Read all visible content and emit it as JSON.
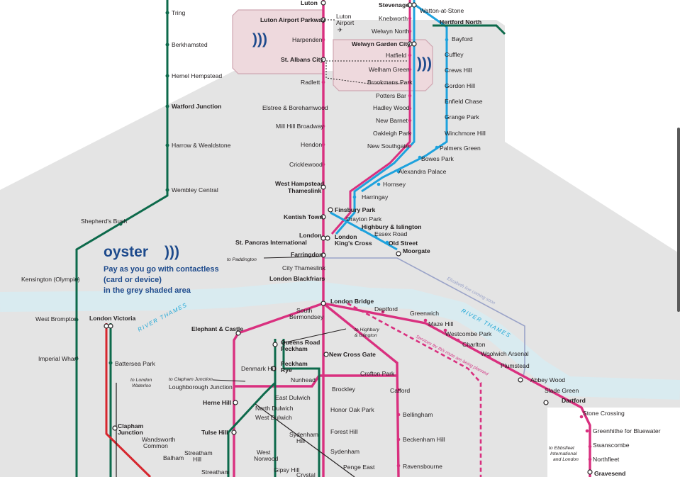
{
  "colors": {
    "oyster_zone": "#e4e4e4",
    "hatched_zone": "#eed9dd",
    "thameslink": "#d9307f",
    "lea_valley": "#1ea2dd",
    "green_line": "#0d6a4b",
    "gatwick": "#d6262e",
    "river": "#d9ebf0",
    "oyster_blue": "#1d4a8c",
    "elizabeth": "#9aa3c8"
  },
  "oyster": {
    "brand": "oyster",
    "lines": [
      "Pay as you go with contactless",
      "(card or device)",
      "in the grey shaded area"
    ]
  },
  "river": {
    "left": "RIVER   THAMES",
    "right": "RIVER   THAMES"
  },
  "notes": {
    "elizabeth": "Elizabeth line coming soon",
    "planned": "Services for this route are being planned",
    "to_highbury": [
      "to Highbury",
      "& Islington"
    ],
    "to_paddington": "to Paddington",
    "to_clapham": "to Clapham Junction",
    "to_waterloo": [
      "to London",
      "Waterloo"
    ],
    "to_ebbsfleet": [
      "to Ebbsfleet",
      "International",
      "and London"
    ]
  },
  "stations": {
    "luton": "Luton",
    "stevenage": "Stevenage",
    "watton": "Watton-at-Stone",
    "tring": "Tring",
    "luton_airport_parkway": "Luton Airport Parkway",
    "luton_airport": [
      "Luton",
      "Airport"
    ],
    "knebworth": "Knebworth",
    "welwyn_north": "Welwyn North",
    "hertford_north": "Hertford North",
    "harpenden": "Harpenden",
    "welwyn_gc": "Welwyn Garden City",
    "bayford": "Bayford",
    "berkhamsted": "Berkhamsted",
    "st_albans": "St. Albans City",
    "hatfield": "Hatfield",
    "cuffley": "Cuffley",
    "welham_green": "Welham Green",
    "crews_hill": "Crews Hill",
    "hemel": "Hemel Hempstead",
    "radlett": "Radlett",
    "brookmans_park": "Brookmans Park",
    "gordon_hill": "Gordon Hill",
    "potters_bar": "Potters Bar",
    "watford_junction": "Watford Junction",
    "elstree": "Elstree & Borehamwood",
    "hadley_wood": "Hadley Wood",
    "enfield_chase": "Enfield Chase",
    "new_barnet": "New Barnet",
    "grange_park": "Grange Park",
    "mill_hill": "Mill Hill Broadway",
    "oakleigh_park": "Oakleigh Park",
    "winchmore_hill": "Winchmore Hill",
    "harrow": "Harrow & Wealdstone",
    "hendon": "Hendon",
    "new_southgate": "New Southgate",
    "palmers_green": "Palmers Green",
    "bowes_park": "Bowes Park",
    "cricklewood": "Cricklewood",
    "alexandra_palace": "Alexandra Palace",
    "hornsey": "Hornsey",
    "west_hampstead": [
      "West Hampstead",
      "Thameslink"
    ],
    "wembley": "Wembley Central",
    "harringay": "Harringay",
    "finsbury_park": "Finsbury Park",
    "kentish_town": "Kentish Town",
    "drayton_park": "Drayton Park",
    "shepherds_bush": "Shepherd's Bush",
    "highbury": "Highbury & Islington",
    "essex_road": "Essex Road",
    "london_stp": [
      "London",
      "St. Pancras International"
    ],
    "london_kx": [
      "London",
      "King's Cross"
    ],
    "old_street": "Old Street",
    "moorgate": "Moorgate",
    "farringdon": "Farringdon",
    "city_thameslink": "City Thameslink",
    "kensington_olympia": "Kensington (Olympia)",
    "blackfriars": "London Blackfriars",
    "london_bridge": "London Bridge",
    "deptford": "Deptford",
    "greenwich": "Greenwich",
    "west_brompton": "West Brompton",
    "victoria": "London Victoria",
    "south_bermondsey": [
      "South",
      "Bermondsey"
    ],
    "maze_hill": "Maze Hill",
    "elephant": "Elephant & Castle",
    "westcombe_park": "Westcombe Park",
    "charlton": "Charlton",
    "queens_road": [
      "Queens Road",
      "Peckham"
    ],
    "woolwich_arsenal": "Woolwich Arsenal",
    "new_cross_gate": "New Cross Gate",
    "imperial_wharf": "Imperial Wharf",
    "battersea_park": "Battersea Park",
    "denmark_hill": "Denmark Hill",
    "peckham_rye": [
      "Peckham",
      "Rye"
    ],
    "plumstead": "Plumstead",
    "abbey_wood": "Abbey Wood",
    "crofton_park": "Crofton Park",
    "nunhead": "Nunhead",
    "loughborough": "Loughborough Junction",
    "slade_green": "Slade Green",
    "brockley": "Brockley",
    "catford": "Catford",
    "east_dulwich": "East Dulwich",
    "dartford": "Dartford",
    "herne_hill": "Herne Hill",
    "north_dulwich": "North Dulwich",
    "honor_oak": "Honor Oak Park",
    "stone_crossing": "Stone Crossing",
    "west_dulwich": "West Dulwich",
    "clapham_junction": [
      "Clapham",
      "Junction"
    ],
    "bellingham": "Bellingham",
    "greenhithe": "Greenhithe for Bluewater",
    "tulse_hill": "Tulse Hill",
    "forest_hill": "Forest Hill",
    "sydenham_hill": [
      "Sydenham",
      "Hill"
    ],
    "wandsworth_common": [
      "Wandsworth",
      "Common"
    ],
    "beckenham_hill": "Beckenham Hill",
    "swanscombe": "Swanscombe",
    "balham": "Balham",
    "streatham_hill": [
      "Streatham",
      "Hill"
    ],
    "west_norwood": [
      "West",
      "Norwood"
    ],
    "sydenham": "Sydenham",
    "northfleet": "Northfleet",
    "gipsy_hill": "Gipsy Hill",
    "penge_east": "Penge East",
    "ravensbourne": "Ravensbourne",
    "streatham": "Streatham",
    "crystal": "Crystal",
    "gravesend": "Gravesend"
  }
}
